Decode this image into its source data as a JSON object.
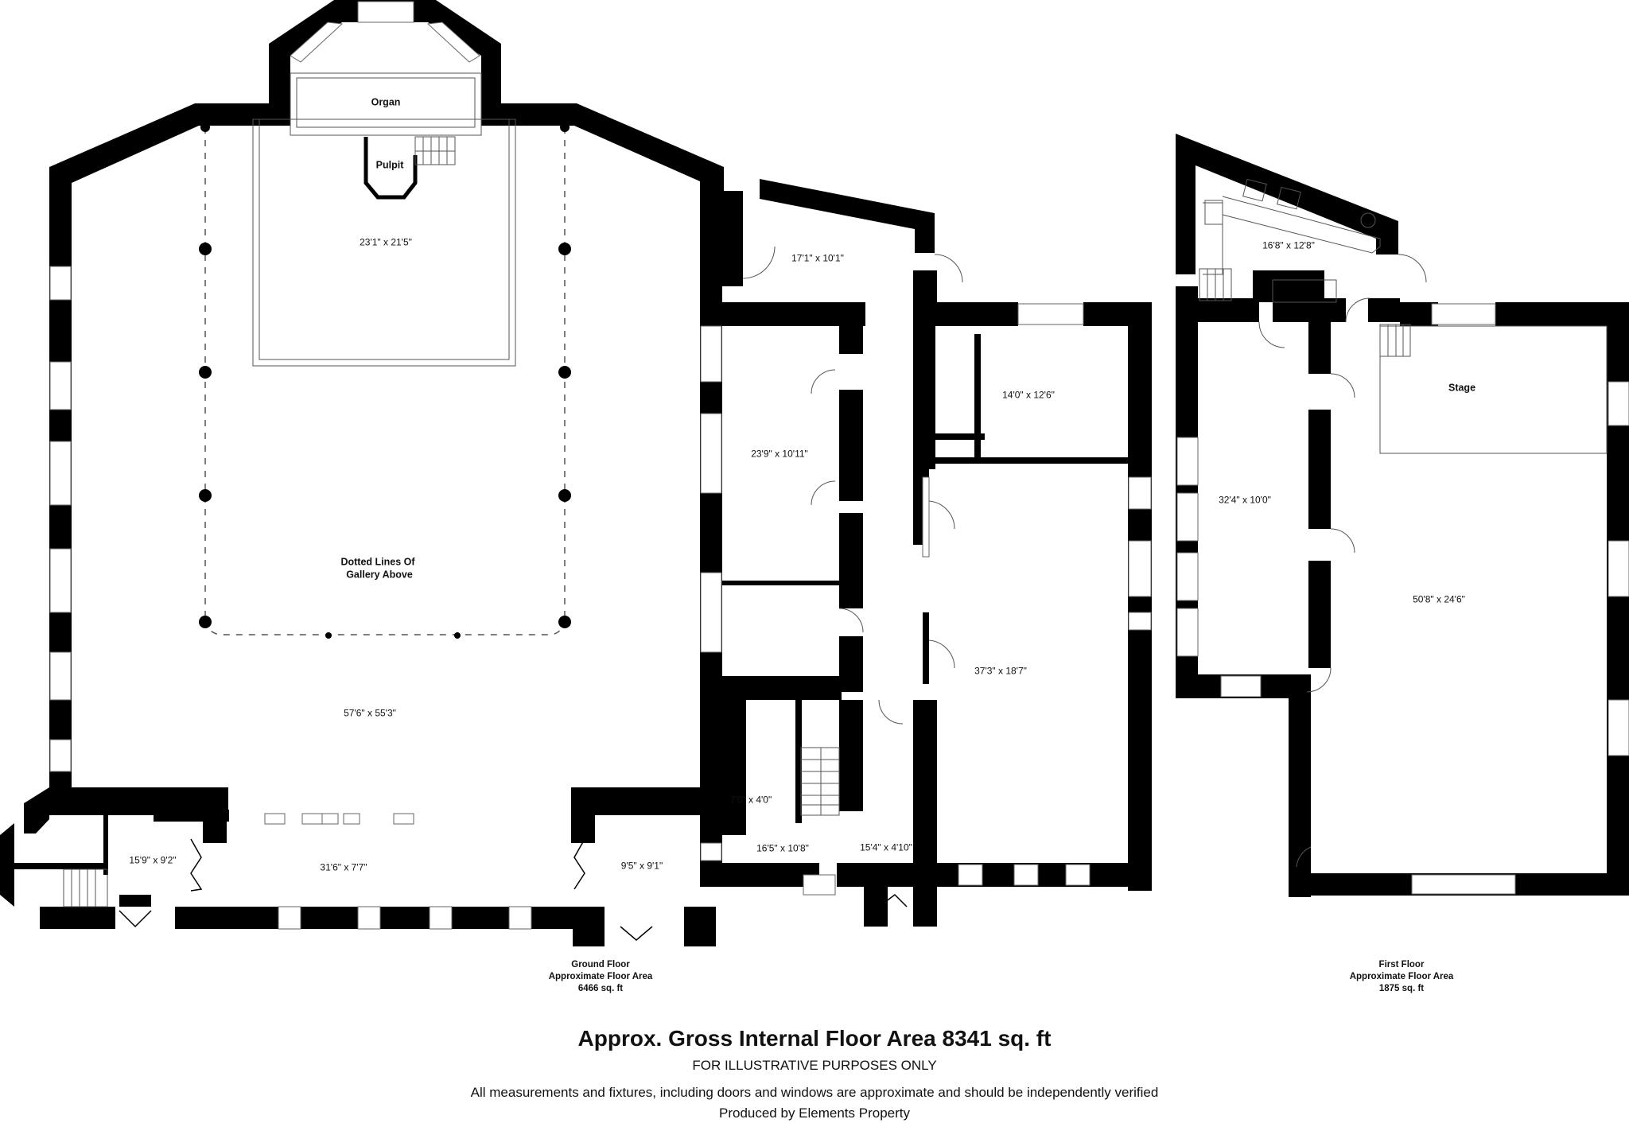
{
  "ground_floor": {
    "caption": {
      "line1": "Ground Floor",
      "line2": "Approximate Floor Area",
      "line3": "6466 sq. ft"
    },
    "labels": {
      "organ": "Organ",
      "pulpit": "Pulpit",
      "chancel": "23'1\" x 21'5\"",
      "gallery_line1": "Dotted Lines Of",
      "gallery_line2": "Gallery Above",
      "main_hall": "57'6\" x 55'3\"",
      "room_17_1": "17'1\" x 10'1\"",
      "room_23_9": "23'9\" x 10'11\"",
      "room_14_0": "14'0\" x 12'6\"",
      "room_37_3": "37'3\" x 18'7\"",
      "wc_7_0": "7'0\" x 4'0\"",
      "hall_16_5": "16'5\" x 10'8\"",
      "corridor_15_4": "15'4\" x 4'10\"",
      "vestibule_15_9": "15'9\" x 9'2\"",
      "narthex_31_6": "31'6\" x 7'7\"",
      "porch_9_5": "9'5\" x 9'1\""
    }
  },
  "first_floor": {
    "caption": {
      "line1": "First Floor",
      "line2": "Approximate Floor Area",
      "line3": "1875 sq. ft"
    },
    "labels": {
      "kitchen_16_8": "16'8\" x 12'8\"",
      "room_32_4": "32'4\" x 10'0\"",
      "stage": "Stage",
      "hall_50_8": "50'8\" x 24'6\""
    }
  },
  "footer": {
    "title": "Approx. Gross Internal Floor Area 8341 sq. ft",
    "subtitle": "FOR ILLUSTRATIVE PURPOSES ONLY",
    "disclaimer": "All measurements and fixtures, including doors and windows are approximate and should be independently verified",
    "producer": "Produced by Elements Property"
  }
}
